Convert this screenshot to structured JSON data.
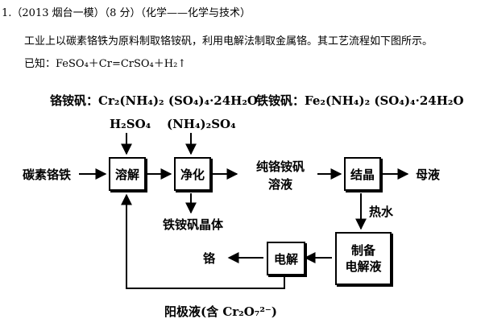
{
  "question": {
    "header": "1.（2013 烟台一模）（8 分）（化学——化学与技术）",
    "intro": "工业上以碳素铬铁为原料制取铬铵矾，利用电解法制取金属铬。其工艺流程如下图所示。",
    "known": "已知：FeSO₄＋Cr=CrSO₄＋H₂↑"
  },
  "diagram": {
    "formula_left": "铬铵矾：Cr₂(NH₄)₂ (SO₄)₄·24H₂O",
    "formula_right": "铁铵矾：Fe₂(NH₄)₂ (SO₄)₄·24H₂O",
    "input_h2so4": "H₂SO₄",
    "input_nh4so4": "(NH₄)₂SO₄",
    "raw_material": "碳素铬铁",
    "box_dissolve": "溶解",
    "box_purify": "净化",
    "product_pure_line1": "纯铬铵矾",
    "product_pure_line2": "溶液",
    "box_crystallize": "结晶",
    "mother_liquor": "母液",
    "byproduct": "铁铵矾晶体",
    "hot_water": "热水",
    "box_prepare_line1": "制备",
    "box_prepare_line2": "电解液",
    "box_electrolysis": "电解",
    "product_cr": "铬",
    "anode_liquid": "阳极液(含 Cr₂O₇²⁻)"
  }
}
